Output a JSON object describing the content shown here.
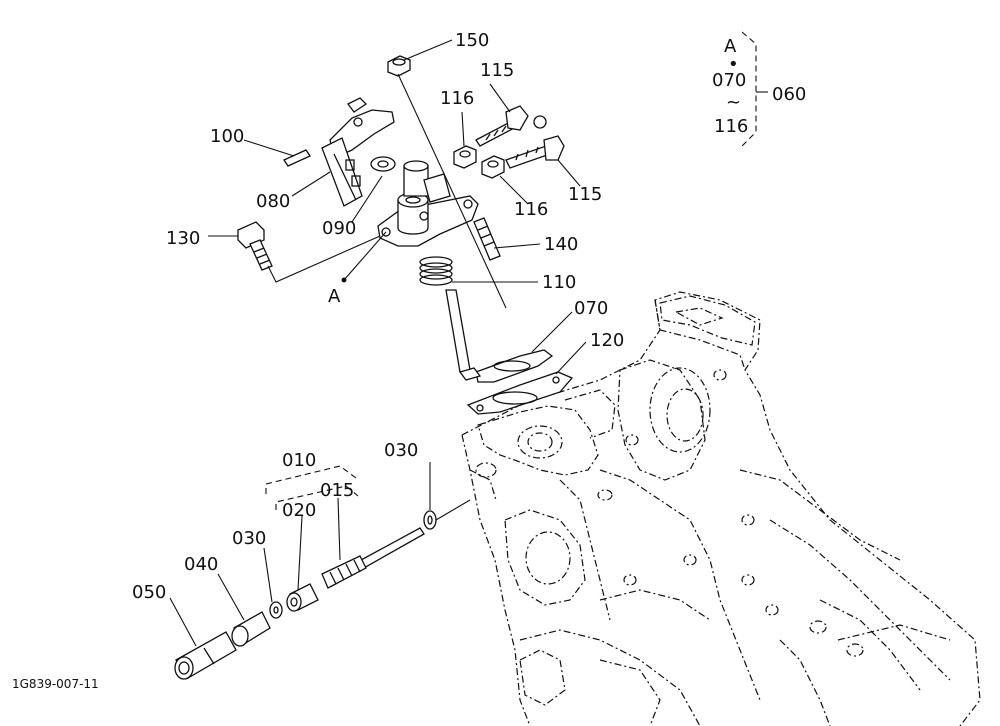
{
  "labels": {
    "p150": "150",
    "p115a": "115",
    "p116a": "116",
    "p100": "100",
    "p080": "080",
    "p090": "090",
    "p116b": "116",
    "p115b": "115",
    "p130": "130",
    "p140": "140",
    "pA": "A",
    "p110": "110",
    "p070": "070",
    "p120": "120",
    "p010": "010",
    "p030a": "030",
    "p015": "015",
    "p020": "020",
    "p030b": "030",
    "p040": "040",
    "p050": "050"
  },
  "legend": {
    "top": "A",
    "dot": "•",
    "from": "070",
    "tilde": "~",
    "to": "116",
    "group": "060"
  },
  "figure_ref": "1G839-007-11"
}
